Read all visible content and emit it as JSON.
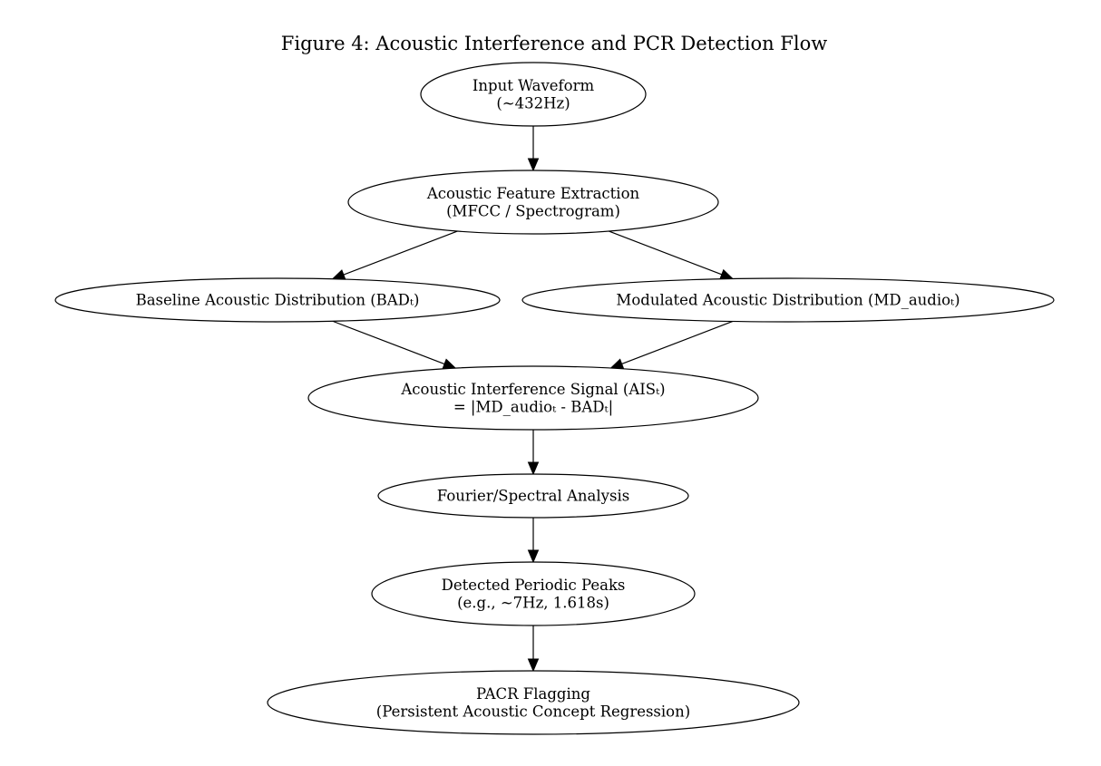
{
  "title": "Figure 4: Acoustic Interference and PCR Detection Flow",
  "nodes": [
    {
      "id": "input",
      "lines": [
        "Input Waveform",
        "(~432Hz)"
      ]
    },
    {
      "id": "features",
      "lines": [
        "Acoustic Feature Extraction",
        "(MFCC / Spectrogram)"
      ]
    },
    {
      "id": "bad",
      "lines": [
        "Baseline Acoustic Distribution (BADₜ)"
      ]
    },
    {
      "id": "md",
      "lines": [
        "Modulated Acoustic Distribution (MD_audioₜ)"
      ]
    },
    {
      "id": "ais",
      "lines": [
        "Acoustic Interference Signal (AISₜ)",
        "= |MD_audioₜ - BADₜ|"
      ]
    },
    {
      "id": "fourier",
      "lines": [
        "Fourier/Spectral Analysis"
      ]
    },
    {
      "id": "peaks",
      "lines": [
        "Detected Periodic Peaks",
        "(e.g., ~7Hz, 1.618s)"
      ]
    },
    {
      "id": "pacr",
      "lines": [
        "PACR Flagging",
        "(Persistent Acoustic Concept Regression)"
      ]
    }
  ],
  "edges": [
    {
      "from": "input",
      "to": "features"
    },
    {
      "from": "features",
      "to": "bad"
    },
    {
      "from": "features",
      "to": "md"
    },
    {
      "from": "bad",
      "to": "ais"
    },
    {
      "from": "md",
      "to": "ais"
    },
    {
      "from": "ais",
      "to": "fourier"
    },
    {
      "from": "fourier",
      "to": "peaks"
    },
    {
      "from": "peaks",
      "to": "pacr"
    }
  ]
}
